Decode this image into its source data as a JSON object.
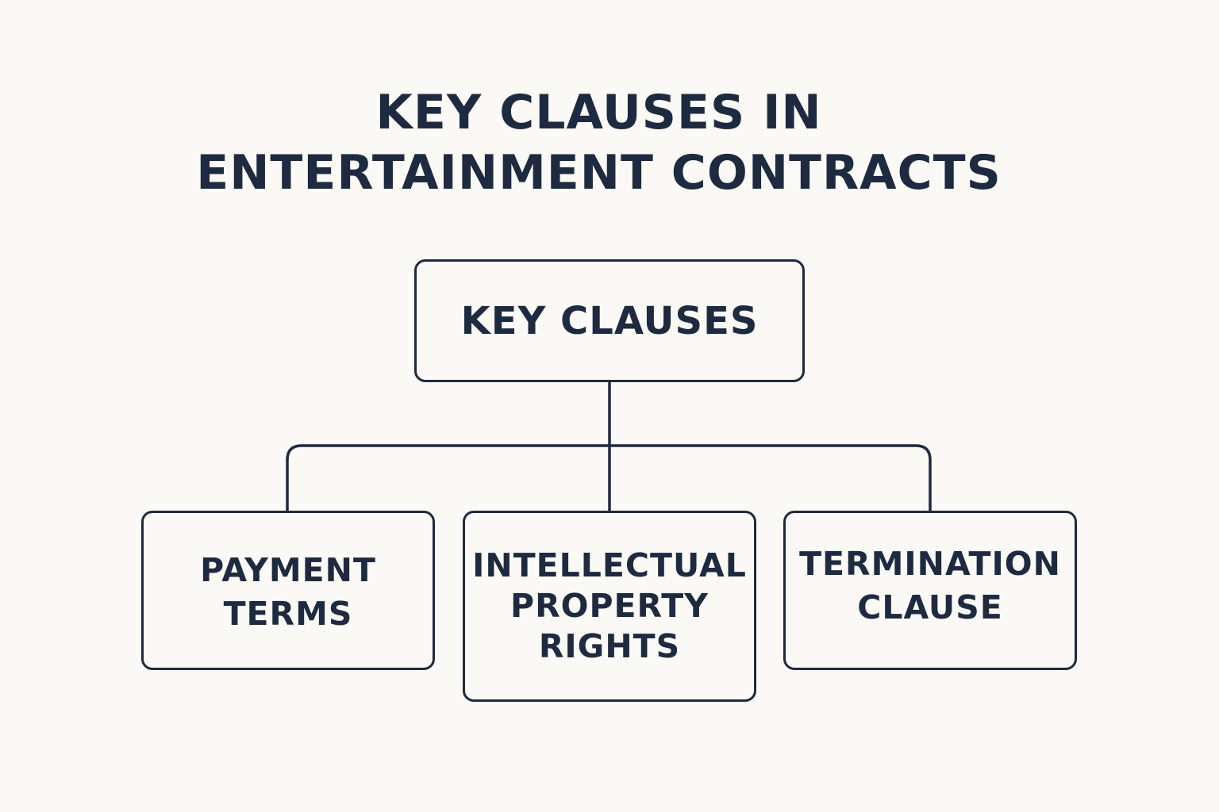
{
  "title": {
    "line1": "KEY CLAUSES IN",
    "line2": "ENTERTAINMENT CONTRACTS"
  },
  "root": {
    "label": "KEY CLAUSES"
  },
  "children": [
    {
      "lines": [
        "PAYMENT",
        "TERMS"
      ]
    },
    {
      "lines": [
        "INTELLECTUAL",
        "PROPERTY",
        "RIGHTS"
      ]
    },
    {
      "lines": [
        "TERMINATION",
        "CLAUSE"
      ]
    }
  ],
  "colors": {
    "background": "#faf9f5",
    "ink": "#1e2a3f"
  }
}
